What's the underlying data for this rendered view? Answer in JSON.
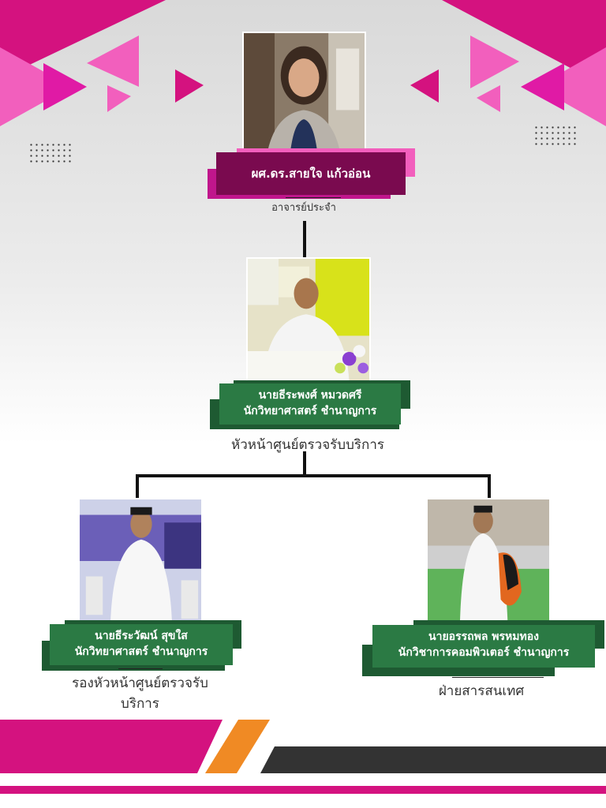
{
  "colors": {
    "magenta": "#d4127f",
    "pink": "#f25fbd",
    "deep_purple": "#7a0a4f",
    "green": "#2b7a44",
    "dark_green": "#1e5a32",
    "orange": "#f08a24",
    "charcoal": "#333333"
  },
  "top": {
    "name": "ผศ.ดร.สายใจ  แก้วอ่อน",
    "role": "อาจารย์ประจำ",
    "photo": "woman-portrait-photo"
  },
  "middle": {
    "name_line1": "นายธีระพงศ์  หมวดศรี",
    "name_line2": "นักวิทยาศาสตร์ ชำนาญการ",
    "role": "หัวหน้าศูนย์ตรวจรับบริการ",
    "photo": "man-uniform-signing-photo"
  },
  "left": {
    "name_line1": "นายธีระวัฒน์  สุขใส",
    "name_line2": "นักวิทยาศาสตร์ ชำนาญการ",
    "role": "รองหัวหน้าศูนย์ตรวจรับบริการ",
    "photo": "man-white-uniform-photo"
  },
  "right": {
    "name_line1": "นายอรรถพล  พรหมทอง",
    "name_line2": "นักวิชาการคอมพิวเตอร์ ชำนาญการ",
    "role": "ฝ่ายสารสนเทศ",
    "photo": "man-uniform-gym-photo"
  }
}
